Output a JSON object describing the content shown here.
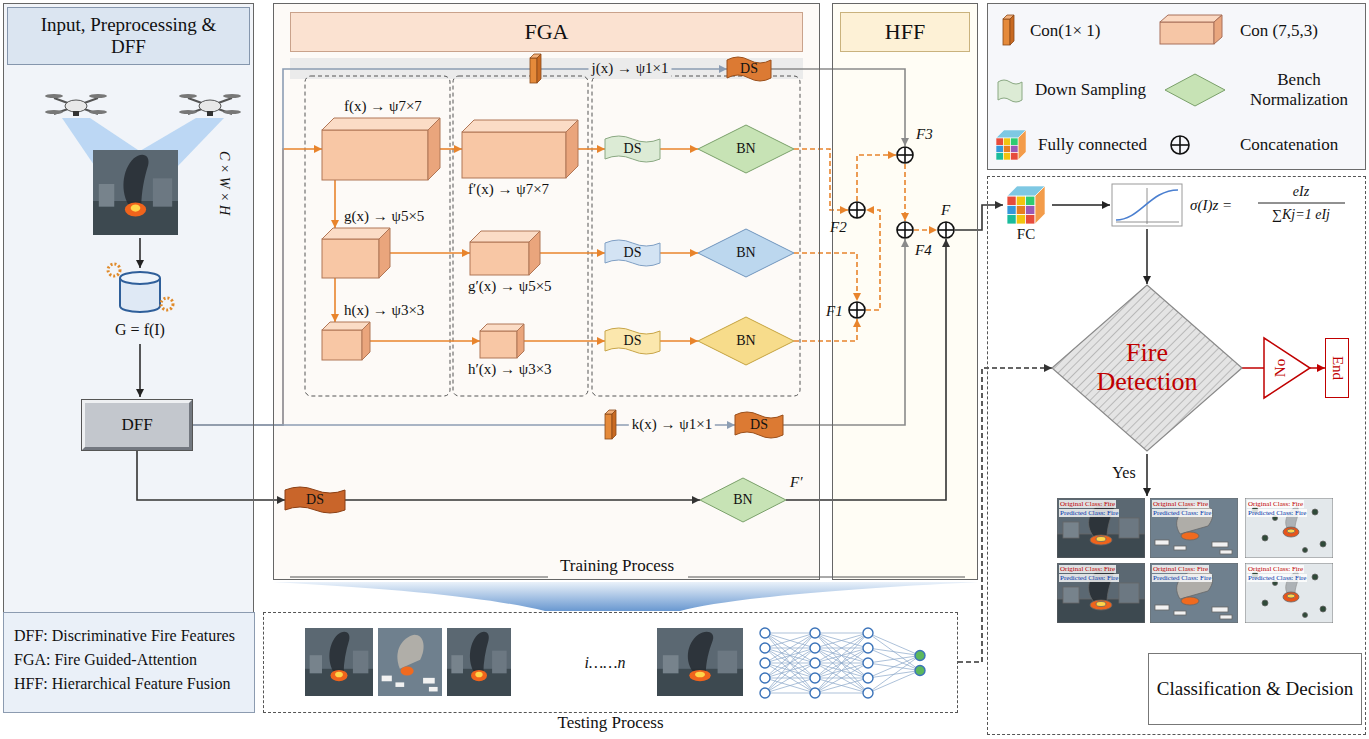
{
  "diagram": {
    "nodes": [
      {
        "text": [
          "Input, Preprocessing & DFF"
        ]
      },
      {
        "text": [
          "DFF"
        ],
        "in": 0
      },
      {
        "text": [
          "FGA"
        ]
      },
      {
        "text": [
          "DS"
        ],
        "in": 2
      },
      {
        "text": [
          "f(x) → ψ7×7"
        ],
        "in": 2
      },
      {
        "text": [
          "f′(x) → ψ7×7"
        ],
        "in": 2
      },
      {
        "text": [
          "DS"
        ],
        "in": 2
      },
      {
        "text": [
          "BN"
        ],
        "in": 2
      },
      {
        "text": [
          "g(x) → ψ5×5"
        ],
        "in": 2
      },
      {
        "text": [
          "g′(x) → ψ5×5"
        ],
        "in": 2
      },
      {
        "text": [
          "DS"
        ],
        "in": 2
      },
      {
        "text": [
          "BN"
        ],
        "in": 2
      },
      {
        "text": [
          "h(x) → ψ3×3"
        ],
        "in": 2
      },
      {
        "text": [
          "h′(x) → ψ3×3"
        ],
        "in": 2
      },
      {
        "text": [
          "DS"
        ],
        "in": 2
      },
      {
        "text": [
          "BN"
        ],
        "in": 2
      },
      {
        "text": [
          "DS"
        ],
        "in": 2
      },
      {
        "text": [
          "DS"
        ],
        "in": 2
      },
      {
        "text": [
          "BN",
          "F′"
        ],
        "in": 2
      },
      {
        "text": [
          "HFF"
        ]
      },
      {
        "text": [
          "F3"
        ],
        "in": 19
      },
      {
        "text": [
          "F2"
        ],
        "in": 19
      },
      {
        "text": [
          "F1"
        ],
        "in": 19
      },
      {
        "text": [
          "F4"
        ],
        "in": 19
      },
      {
        "text": [
          "F"
        ],
        "in": 19
      },
      {
        "text": [
          "Classification & Decision"
        ]
      },
      {
        "text": [
          "FC"
        ],
        "in": 25
      },
      {
        "text": [
          "Fire Detection"
        ],
        "in": 25
      },
      {
        "text": [
          "End"
        ],
        "in": 25
      },
      {
        "text": [
          "DFF: Discriminative Fire Features",
          "FGA: Fire Guided-Attention",
          "HFF: Hierarchical Feature Fusion"
        ]
      },
      {
        "text": [
          "Testing Process"
        ]
      }
    ],
    "edges": [
      {
        "from": 1,
        "to": 4,
        "arrow": "to"
      },
      {
        "from": 1,
        "to": 3,
        "label": "j(x) → ψ1×1",
        "arrow": "to"
      },
      {
        "from": 1,
        "to": 16,
        "label": "k(x) → ψ1×1",
        "arrow": "to"
      },
      {
        "from": 1,
        "to": 17,
        "arrow": "to"
      },
      {
        "from": 4,
        "to": 8,
        "arrow": "to"
      },
      {
        "from": 8,
        "to": 12,
        "arrow": "to"
      },
      {
        "from": 4,
        "to": 5,
        "arrow": "to"
      },
      {
        "from": 8,
        "to": 9,
        "arrow": "to"
      },
      {
        "from": 12,
        "to": 13,
        "arrow": "to"
      },
      {
        "from": 5,
        "to": 6,
        "arrow": "to"
      },
      {
        "from": 9,
        "to": 10,
        "arrow": "to"
      },
      {
        "from": 13,
        "to": 14,
        "arrow": "to"
      },
      {
        "from": 6,
        "to": 7,
        "arrow": "to"
      },
      {
        "from": 10,
        "to": 11,
        "arrow": "to"
      },
      {
        "from": 14,
        "to": 15,
        "arrow": "to"
      },
      {
        "from": 17,
        "to": 18,
        "arrow": "to"
      },
      {
        "from": 7,
        "to": 21,
        "arrow": "to"
      },
      {
        "from": 11,
        "to": 22,
        "arrow": "to"
      },
      {
        "from": 15,
        "to": 22,
        "arrow": "to"
      },
      {
        "from": 22,
        "to": 21,
        "arrow": "to"
      },
      {
        "from": 21,
        "to": 20,
        "arrow": "to"
      },
      {
        "from": 3,
        "to": 20,
        "arrow": "to"
      },
      {
        "from": 20,
        "to": 23,
        "arrow": "to"
      },
      {
        "from": 16,
        "to": 23,
        "arrow": "to"
      },
      {
        "from": 23,
        "to": 24,
        "arrow": "to"
      },
      {
        "from": 18,
        "to": 24,
        "arrow": "to"
      },
      {
        "from": 24,
        "to": 26,
        "arrow": "to"
      },
      {
        "from": 27,
        "to": 28,
        "label": "No",
        "arrow": "to"
      },
      {
        "from": 30,
        "to": 27,
        "arrow": "to"
      }
    ],
    "labels": [
      "C × W × H",
      "G = f(I)",
      "Training Process",
      "σ(I)z =",
      "eIz",
      "∑Kj=1 eIj",
      "Yes",
      "i……n",
      "Original Class: Fire",
      "Predicted Class: Fire",
      "Original Class: Fire",
      "Predicted Class: Fire",
      "Original Class: Fire",
      "Predicted Class: Fire",
      "Original Class: Fire",
      "Predicted Class: Fire",
      "Original Class: Fire",
      "Predicted Class: Fire",
      "Original Class: Fire",
      "Predicted Class: Fire"
    ],
    "legend": [
      {
        "text": "Con(1× 1)"
      },
      {
        "text": "Con (7,5,3)"
      },
      {
        "text": "Down Sampling"
      },
      {
        "text": "Bench Normalization"
      },
      {
        "text": "Fully connected"
      },
      {
        "text": "Concatenation"
      }
    ]
  }
}
